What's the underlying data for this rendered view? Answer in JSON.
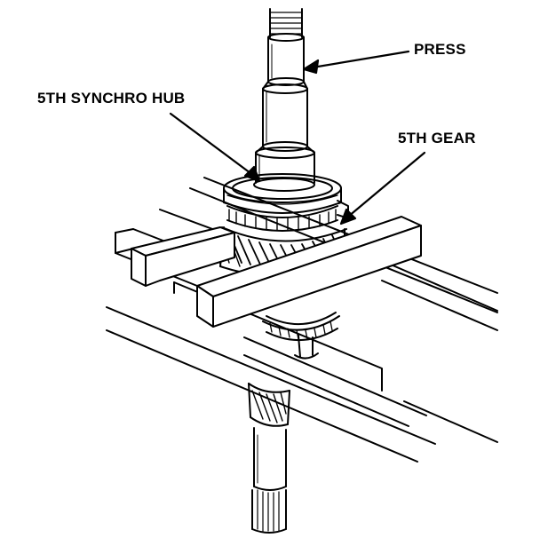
{
  "labels": {
    "press": "PRESS",
    "synchro_hub": "5TH SYNCHRO HUB",
    "fifth_gear": "5TH GEAR"
  },
  "colors": {
    "ink": "#000000",
    "paper": "#ffffff"
  }
}
